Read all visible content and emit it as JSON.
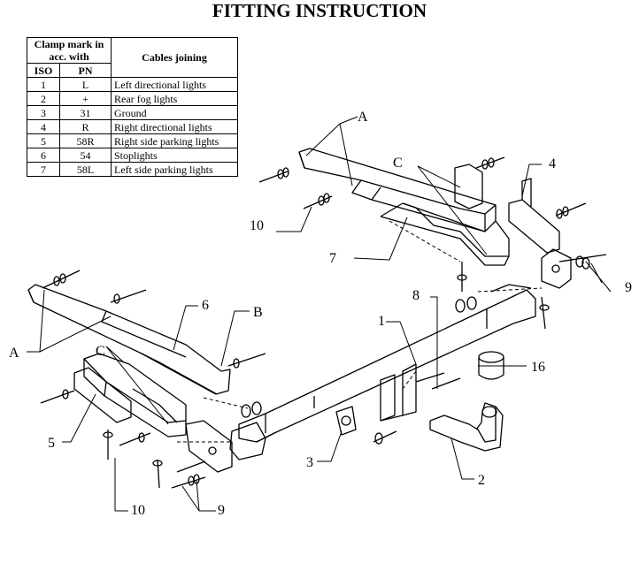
{
  "title": "FITTING INSTRUCTION",
  "table": {
    "header": {
      "clamp_mark": "Clamp mark in acc. with",
      "cables": "Cables joining",
      "iso": "ISO",
      "pn": "PN"
    },
    "rows": [
      {
        "iso": "1",
        "pn": "L",
        "desc": "Left directional lights"
      },
      {
        "iso": "2",
        "pn": "+",
        "desc": "Rear fog lights"
      },
      {
        "iso": "3",
        "pn": "31",
        "desc": "Ground"
      },
      {
        "iso": "4",
        "pn": "R",
        "desc": "Right directional lights"
      },
      {
        "iso": "5",
        "pn": "58R",
        "desc": "Right side parking lights"
      },
      {
        "iso": "6",
        "pn": "54",
        "desc": "Stoplights"
      },
      {
        "iso": "7",
        "pn": "58L",
        "desc": "Left side parking lights"
      }
    ]
  },
  "callouts": {
    "a_top": "A",
    "c_top": "C",
    "n4": "4",
    "n10_top": "10",
    "n7": "7",
    "n9_right": "9",
    "n6": "6",
    "b": "B",
    "n8": "8",
    "n1": "1",
    "a_left": "A",
    "c_left": "C",
    "n16": "16",
    "n5": "5",
    "n3": "3",
    "n2": "2",
    "n10_bottom": "10",
    "n9_bottom": "9"
  }
}
